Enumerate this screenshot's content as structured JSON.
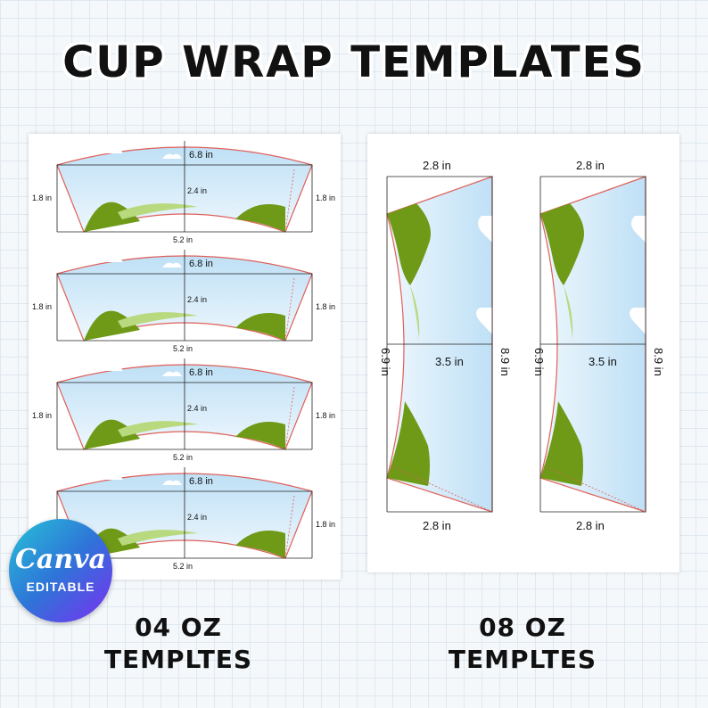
{
  "title": "CUP WRAP TEMPLATES",
  "left_sheet": {
    "caption_line1": "04 OZ",
    "caption_line2": "TEMPLTES",
    "top_width": "6.8 in",
    "height": "2.4 in",
    "side": "1.8 in",
    "bottom_width": "5.2 in"
  },
  "right_sheet": {
    "caption_line1": "08 OZ",
    "caption_line2": "TEMPLTES",
    "top_width": "2.8 in",
    "bottom_width": "2.8 in",
    "middle": "3.5 in",
    "arc_length": "8.9 in",
    "side_length": "6.9 in"
  },
  "badge": {
    "logo": "Canva",
    "label": "EDITABLE"
  },
  "colors": {
    "sky": "#cfe8f8",
    "grass_dark": "#6f9a17",
    "grass_light": "#b9d97f",
    "outline": "#e0605a"
  }
}
